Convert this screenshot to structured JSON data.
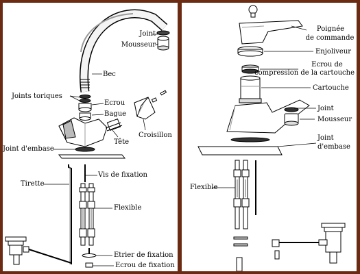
{
  "left": {
    "joint": "Joint",
    "mousseur": "Mousseur",
    "bec": "Bec",
    "joints_toriques": "Joints toriques",
    "ecrou": "Ecrou",
    "bague": "Bague",
    "tete": "Tête",
    "croisillon": "Croisillon",
    "joint_embase": "Joint d'embase",
    "tirette": "Tirette",
    "vis_fixation": "Vis de fixation",
    "flexible": "Flexible",
    "etrier_fixation": "Etrier de fixation",
    "ecrou_fixation": "Ecrou de fixation"
  },
  "right": {
    "poignee_line1": "Poignée",
    "poignee_line2": "de commande",
    "enjoliveur": "Enjoliveur",
    "ecrou_line1": "Ecrou de",
    "ecrou_line2": "compression de la cartouche",
    "cartouche": "Cartouche",
    "joint": "Joint",
    "mousseur": "Mousseur",
    "joint_embase_line1": "Joint",
    "joint_embase_line2": "d'embase",
    "flexible": "Flexible"
  },
  "colors": {
    "frame": "#6b2a12",
    "ink": "#000000",
    "fill": "#ffffff",
    "shade": "#9a9a9a"
  }
}
